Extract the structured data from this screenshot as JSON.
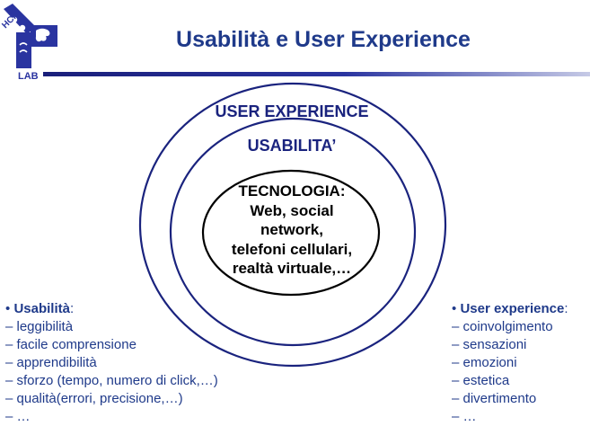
{
  "logo": {
    "text_top": "HCI",
    "text_bottom": "LAB"
  },
  "title": "Usabilità e User Experience",
  "diagram": {
    "outer_label": "USER EXPERIENCE",
    "middle_label": "USABILITA’",
    "inner_lines": [
      "TECNOLOGIA:",
      "Web, social",
      "network,",
      "telefoni cellulari,",
      "realtà virtuale,…"
    ]
  },
  "usability_list": {
    "bullet": "•",
    "heading": "Usabilità",
    "heading_suffix": ":",
    "items": [
      "– leggibilità",
      "– facile comprensione",
      "– apprendibilità",
      "– sforzo (tempo, numero di click,…)",
      "– qualità(errori, precisione,…)",
      "– …"
    ]
  },
  "ux_list": {
    "bullet": "•",
    "heading": "User experience",
    "heading_suffix": ":",
    "items": [
      "– coinvolgimento",
      "– sensazioni",
      "– emozioni",
      "– estetica",
      "– divertimento",
      "– …"
    ]
  },
  "colors": {
    "title": "#1f3a8a",
    "circle_blue": "#1a237e",
    "inner_circle": "#000000",
    "list_text": "#1f3a8a"
  },
  "icons": {
    "logo": "hci-lab-logo-icon"
  }
}
